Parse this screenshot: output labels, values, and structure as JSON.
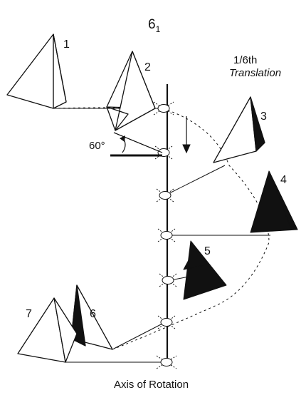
{
  "title": {
    "main": "6",
    "subscript": "1"
  },
  "translation_label": {
    "line1": "1/6th",
    "line2": "Translation"
  },
  "angle_label": "60°",
  "axis_label": "Axis of Rotation",
  "positions": [
    "1",
    "2",
    "3",
    "4",
    "5",
    "6",
    "7"
  ],
  "colors": {
    "ink": "#111111",
    "fill_dark": "#111111",
    "fill_light": "#ffffff"
  }
}
